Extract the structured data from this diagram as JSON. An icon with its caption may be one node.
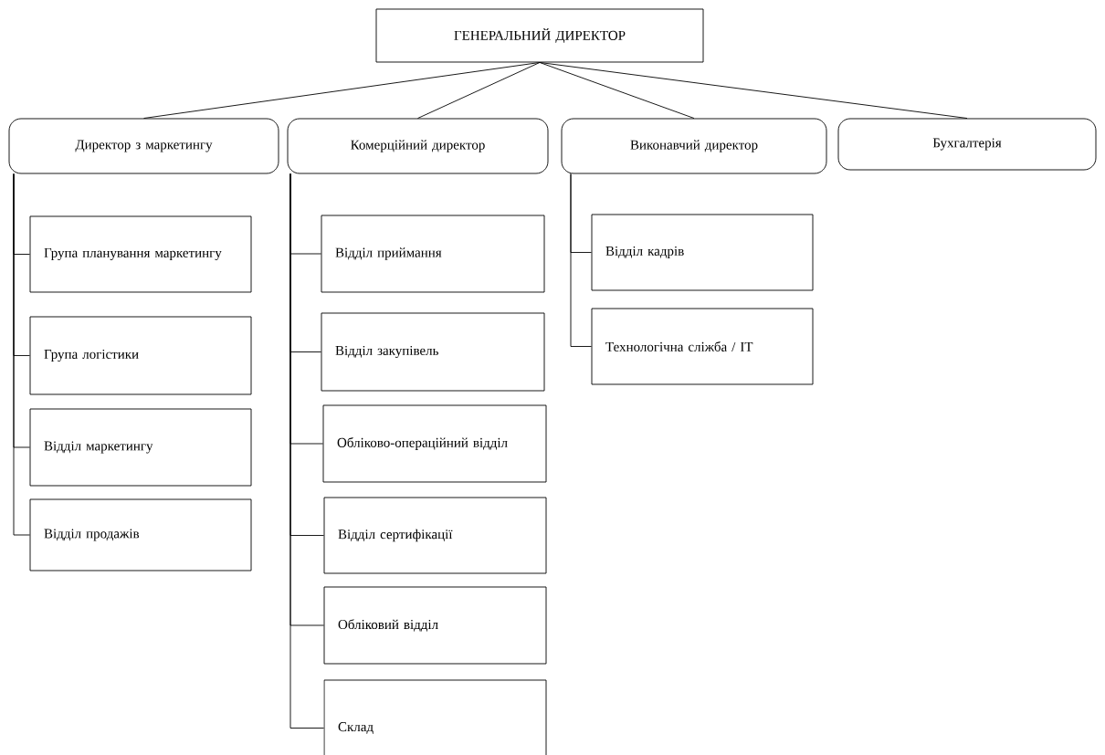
{
  "diagram": {
    "nodes": [
      {
        "text": [
          "ГЕНЕРАЛЬНИЙ ДИРЕКТОР"
        ]
      },
      {
        "text": [
          "Директор з маркетингу"
        ]
      },
      {
        "text": [
          "Комерційний директор"
        ]
      },
      {
        "text": [
          "Виконавчий директор"
        ]
      },
      {
        "text": [
          "Бухгалтерія"
        ]
      },
      {
        "text": [
          "Група планування маркетингу"
        ]
      },
      {
        "text": [
          "Група логістики"
        ]
      },
      {
        "text": [
          "Відділ маркетингу"
        ]
      },
      {
        "text": [
          "Відділ продажів"
        ]
      },
      {
        "text": [
          "Відділ приймання"
        ]
      },
      {
        "text": [
          "Відділ закупівель"
        ]
      },
      {
        "text": [
          "Обліково-операційний відділ"
        ]
      },
      {
        "text": [
          "Відділ сертифікації"
        ]
      },
      {
        "text": [
          "Обліковий відділ"
        ]
      },
      {
        "text": [
          "Склад"
        ]
      },
      {
        "text": [
          "Відділ кадрів"
        ]
      },
      {
        "text": [
          "Технологічна сліжба / IT"
        ]
      }
    ],
    "edges": [
      {
        "from": 0,
        "to": 1,
        "arrow": "none"
      },
      {
        "from": 0,
        "to": 2,
        "arrow": "none"
      },
      {
        "from": 0,
        "to": 3,
        "arrow": "none"
      },
      {
        "from": 0,
        "to": 4,
        "arrow": "none"
      },
      {
        "from": 1,
        "to": 5,
        "arrow": "none"
      },
      {
        "from": 1,
        "to": 6,
        "arrow": "none"
      },
      {
        "from": 1,
        "to": 7,
        "arrow": "none"
      },
      {
        "from": 1,
        "to": 8,
        "arrow": "none"
      },
      {
        "from": 2,
        "to": 9,
        "arrow": "none"
      },
      {
        "from": 2,
        "to": 10,
        "arrow": "none"
      },
      {
        "from": 2,
        "to": 11,
        "arrow": "none"
      },
      {
        "from": 2,
        "to": 12,
        "arrow": "none"
      },
      {
        "from": 2,
        "to": 13,
        "arrow": "none"
      },
      {
        "from": 2,
        "to": 14,
        "arrow": "none"
      },
      {
        "from": 3,
        "to": 15,
        "arrow": "none"
      },
      {
        "from": 3,
        "to": 16,
        "arrow": "none"
      }
    ]
  }
}
